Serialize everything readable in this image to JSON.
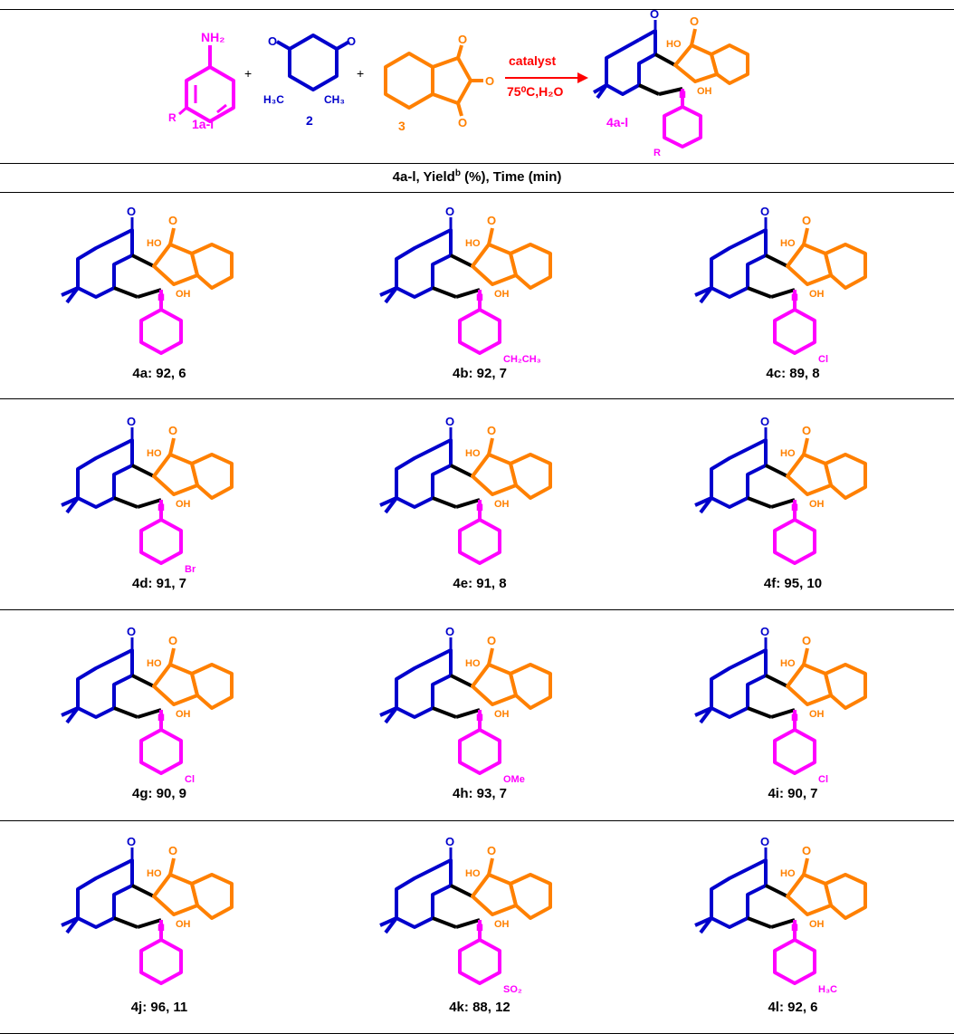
{
  "colors": {
    "aniline": "#ff00ff",
    "dimedone": "#0000cc",
    "ninhydrin": "#ff8000",
    "bond": "#000000",
    "arrow": "#ff0000",
    "conditions": "#ff0000"
  },
  "scheme": {
    "reactant1_label": "1a-l",
    "reactant2_label": "2",
    "reactant3_label": "3",
    "product_label": "4a-l",
    "plus": "+",
    "catalyst": "catalyst",
    "conditions": "75⁰C,H₂O",
    "nh2": "NH₂",
    "r_group": "R",
    "h3c": "H₃C",
    "ch3": "CH₃",
    "oxygen": "O",
    "hydroxyl": "OH",
    "ho": "HO",
    "nitrogen": "N"
  },
  "table": {
    "header_prefix": "4a-l, Yield",
    "header_sup": "b",
    "header_suffix": " (%), Time (min)"
  },
  "compounds": [
    {
      "label": "4a: 92, 6",
      "substituent": ""
    },
    {
      "label": "4b: 92, 7",
      "substituent": "CH₂CH₃"
    },
    {
      "label": "4c: 89, 8",
      "substituent": "Cl"
    },
    {
      "label": "4d: 91, 7",
      "substituent": "Br"
    },
    {
      "label": "4e: 91, 8",
      "substituent": ""
    },
    {
      "label": "4f: 95, 10",
      "substituent": ""
    },
    {
      "label": "4g: 90, 9",
      "substituent": "Cl"
    },
    {
      "label": "4h: 93, 7",
      "substituent": "OMe"
    },
    {
      "label": "4i: 90, 7",
      "substituent": "Cl"
    },
    {
      "label": "4j: 96, 11",
      "substituent": ""
    },
    {
      "label": "4k: 88, 12",
      "substituent": "SO₂"
    },
    {
      "label": "4l: 92, 6",
      "substituent": "H₃C"
    }
  ]
}
